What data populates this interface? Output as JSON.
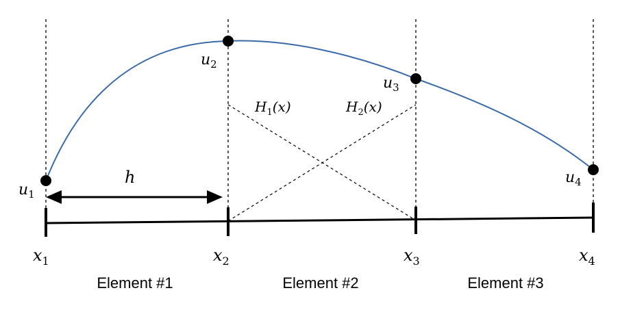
{
  "nodes": [
    {
      "x_base": "x",
      "x_sub": "1",
      "u_base": "u",
      "u_sub": "1"
    },
    {
      "x_base": "x",
      "x_sub": "2",
      "u_base": "u",
      "u_sub": "2"
    },
    {
      "x_base": "x",
      "x_sub": "3",
      "u_base": "u",
      "u_sub": "3"
    },
    {
      "x_base": "x",
      "x_sub": "4",
      "u_base": "u",
      "u_sub": "4"
    }
  ],
  "elements": [
    {
      "label": "Element #1"
    },
    {
      "label": "Element #2"
    },
    {
      "label": "Element #3"
    }
  ],
  "spacing_label": "h",
  "basis": [
    {
      "base": "H",
      "sub": "1",
      "arg": "(x)"
    },
    {
      "base": "H",
      "sub": "2",
      "arg": "(x)"
    }
  ],
  "colors": {
    "curve": "#3a6aa8",
    "lines": "#000000"
  }
}
